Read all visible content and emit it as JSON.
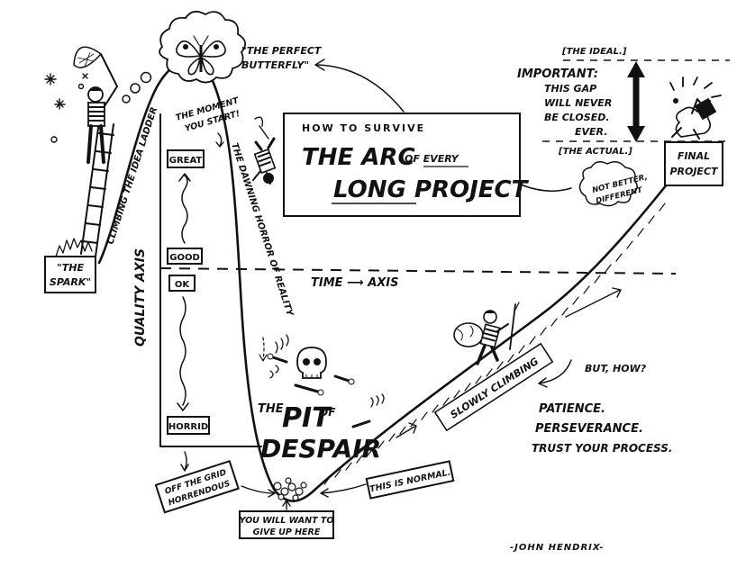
{
  "title": {
    "line1": "HOW TO SURVIVE",
    "the_arc": "THE ARC",
    "of_every": "OF EVERY",
    "long_project": "LONG PROJECT"
  },
  "axes": {
    "quality": "QUALITY AXIS",
    "time": "TIME ⟶ AXIS"
  },
  "scale": {
    "great": "GREAT",
    "good": "GOOD",
    "ok": "OK",
    "horrid": "HORRID"
  },
  "labels": {
    "spark_l1": "\"THE",
    "spark_l2": "SPARK\"",
    "idea_ladder": "CLIMBING THE IDEA LADDER",
    "butterfly_l1": "\"THE PERFECT",
    "butterfly_l2": "BUTTERFLY\"",
    "moment_l1": "THE MOMENT",
    "moment_l2": "YOU START!",
    "dawning": "THE DAWNING HORROR OF REALITY",
    "pit_the": "THE",
    "pit_pit": "PIT",
    "pit_of": "OF",
    "pit_despair": "DESPAIR",
    "off_grid_l1": "OFF THE GRID",
    "off_grid_l2": "HORRENDOUS",
    "give_up_l1": "YOU WILL WANT TO",
    "give_up_l2": "GIVE UP HERE",
    "normal": "THIS IS NORMAL.",
    "slowly": "SLOWLY CLIMBING",
    "but_how": "BUT, HOW?",
    "patience": "PATIENCE.",
    "perseverance": "PERSEVERANCE.",
    "trust": "TRUST YOUR PROCESS.",
    "ideal": "[THE IDEAL.]",
    "actual": "[THE ACTUAL.]",
    "important_l1": "IMPORTANT:",
    "important_l2": "THIS GAP",
    "important_l3": "WILL NEVER",
    "important_l4": "BE CLOSED.",
    "important_l5": "EVER.",
    "not_better_l1": "NOT BETTER,",
    "not_better_l2": "DIFFERENT",
    "final_l1": "FINAL",
    "final_l2": "PROJECT",
    "signature": "-JOHN HENDRIX-"
  }
}
